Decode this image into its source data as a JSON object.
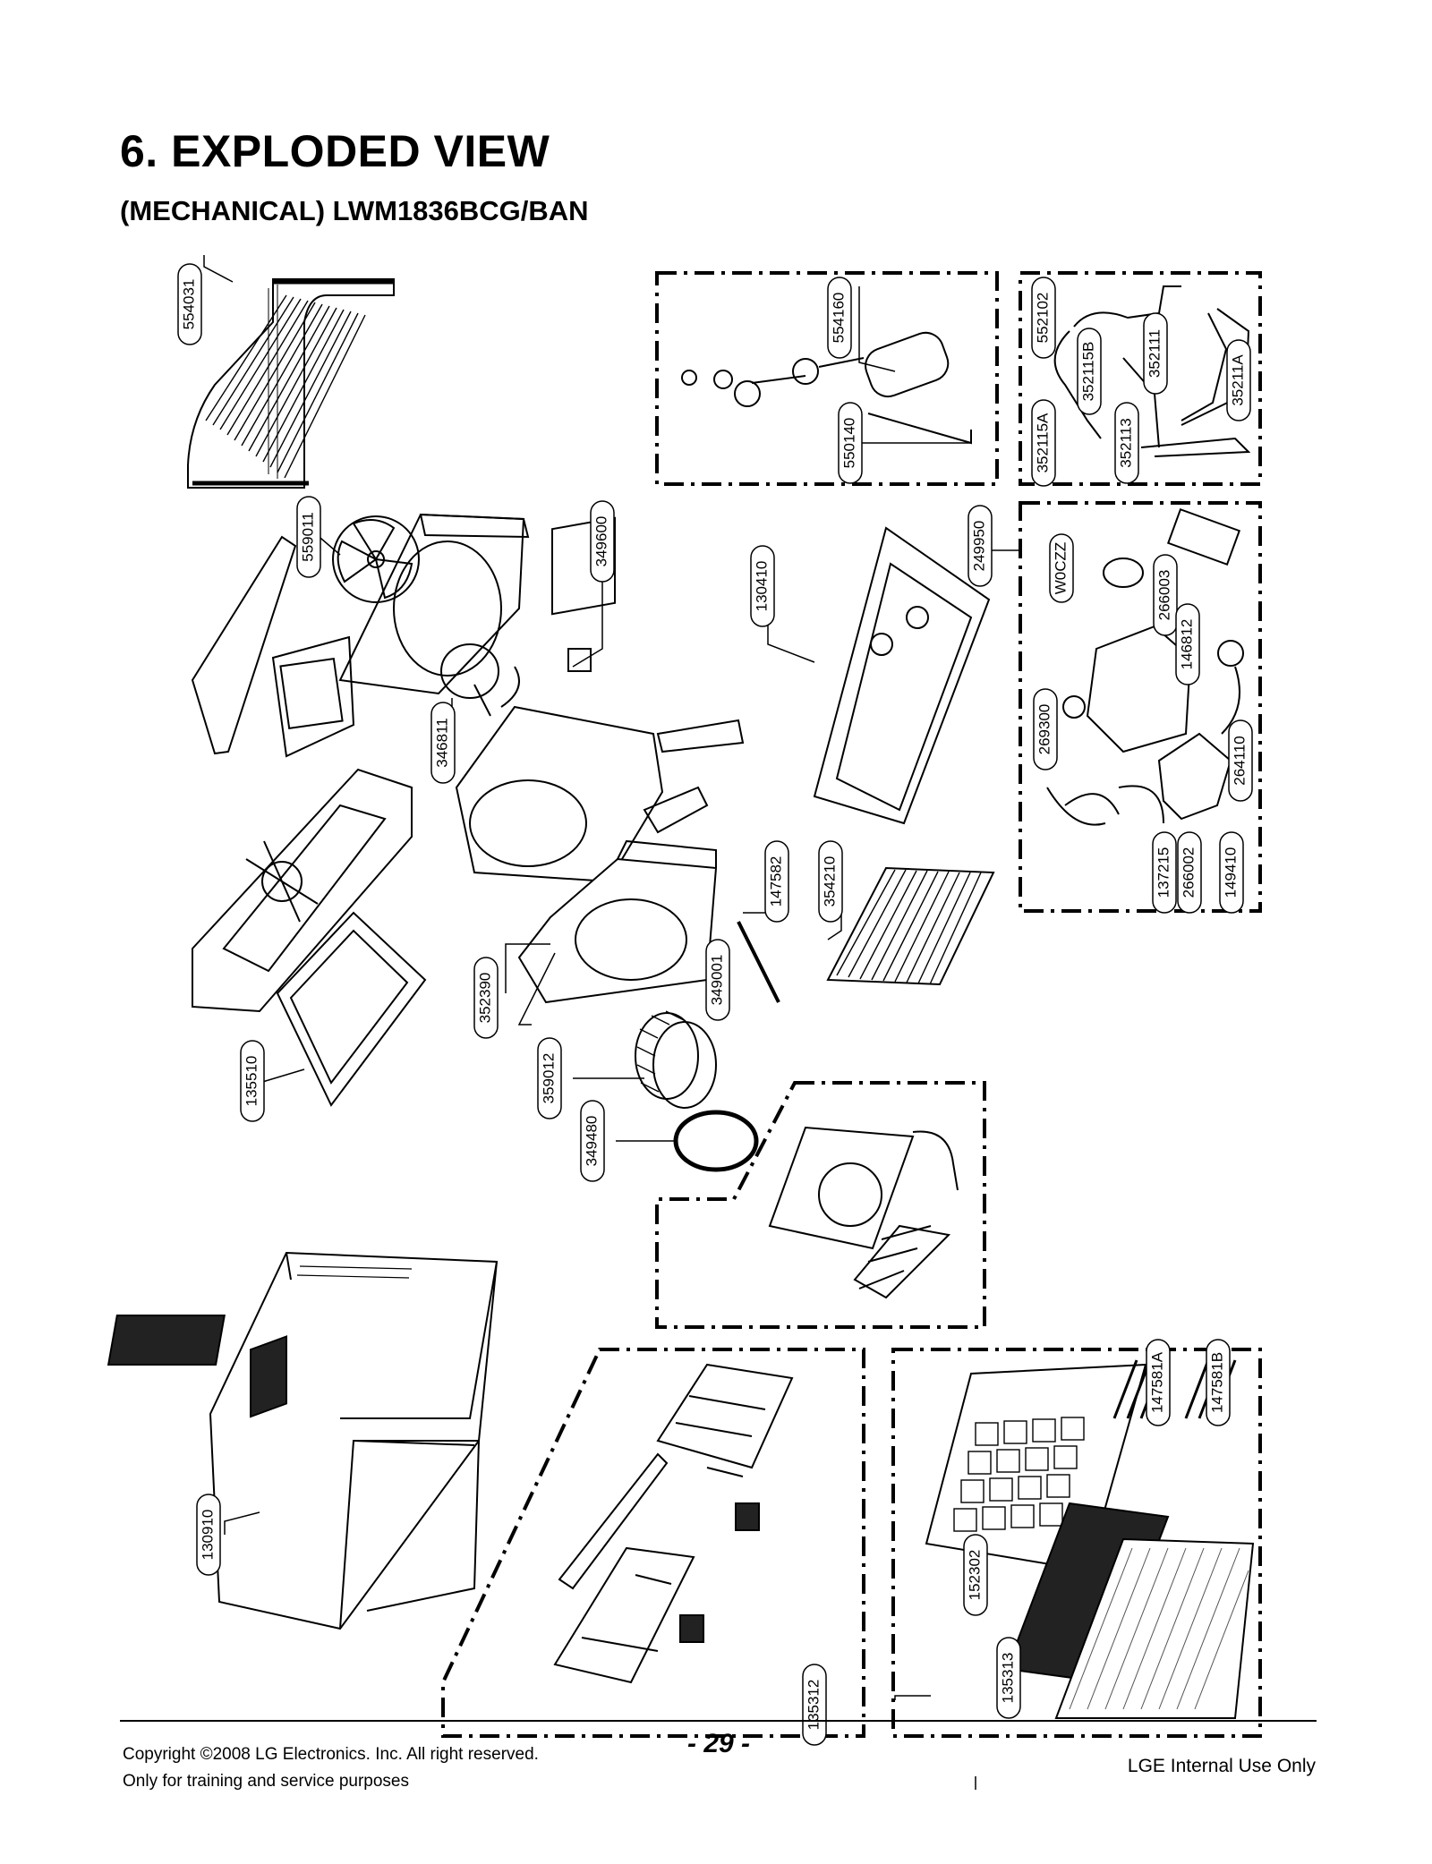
{
  "header": {
    "title": "6. EXPLODED VIEW",
    "subtitle": "(MECHANICAL) LWM1836BCG/BAN"
  },
  "part_numbers": {
    "p554031": "554031",
    "p559011": "559011",
    "p349600": "349600",
    "p346811": "346811",
    "p130410": "130410",
    "p554160": "554160",
    "p550140": "550140",
    "p552102": "552102",
    "p352115B": "352115B",
    "p352111": "352111",
    "p35211A": "35211A",
    "p352115A": "352115A",
    "p352113": "352113",
    "p249950": "249950",
    "pW0CZZ": "W0CZZ",
    "p266003": "266003",
    "p146812": "146812",
    "p269300": "269300",
    "p264110": "264110",
    "p137215": "137215",
    "p266002": "266002",
    "p149410": "149410",
    "p147582": "147582",
    "p354210": "354210",
    "p352390": "352390",
    "p349001": "349001",
    "p135510": "135510",
    "p359012": "359012",
    "p349480": "349480",
    "p130910": "130910",
    "p147581A": "147581A",
    "p147581B": "147581B",
    "p152302": "152302",
    "p135313": "135313",
    "p135312": "135312"
  },
  "footer": {
    "copyright": "Copyright ©2008 LG Electronics. Inc. All right reserved.",
    "purpose": "Only for training and service purposes",
    "page_number": "- 29 -",
    "internal": "LGE Internal Use Only"
  }
}
